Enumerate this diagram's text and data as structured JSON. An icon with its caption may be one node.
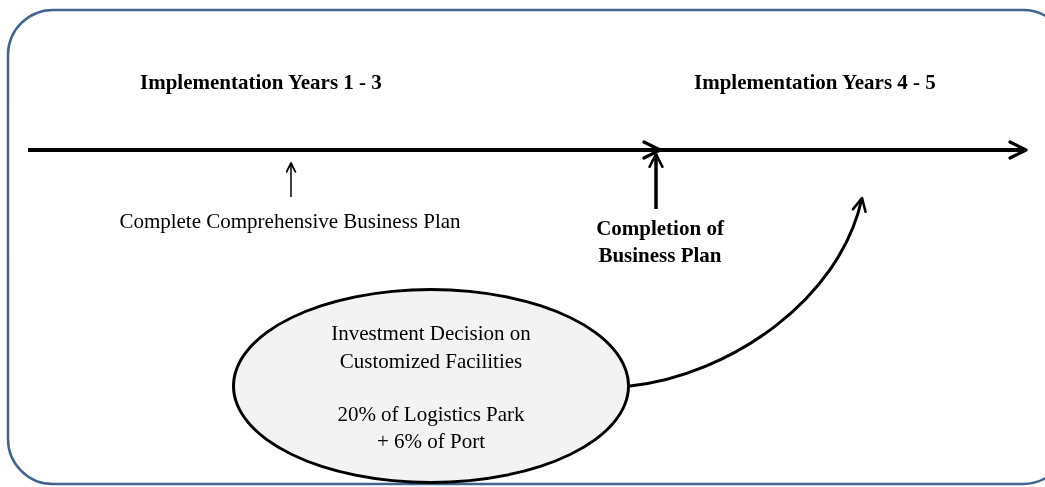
{
  "diagram": {
    "nodes": [
      {
        "text": [
          "Complete Comprehensive Business Plan"
        ]
      },
      {
        "text": [
          "Completion of Business Plan"
        ]
      },
      {
        "text": [
          "Investment Decision on Customized Facilities",
          "20% of Logistics Park + 6% of Port"
        ]
      }
    ],
    "edges": [
      {
        "from": 0,
        "to": null,
        "arrow": "to"
      },
      {
        "from": 1,
        "to": null,
        "arrow": "to"
      },
      {
        "from": 2,
        "to": null,
        "arrow": "to"
      }
    ],
    "labels": [
      "Implementation Years 1 - 3",
      "Implementation Years 4 - 5"
    ]
  }
}
